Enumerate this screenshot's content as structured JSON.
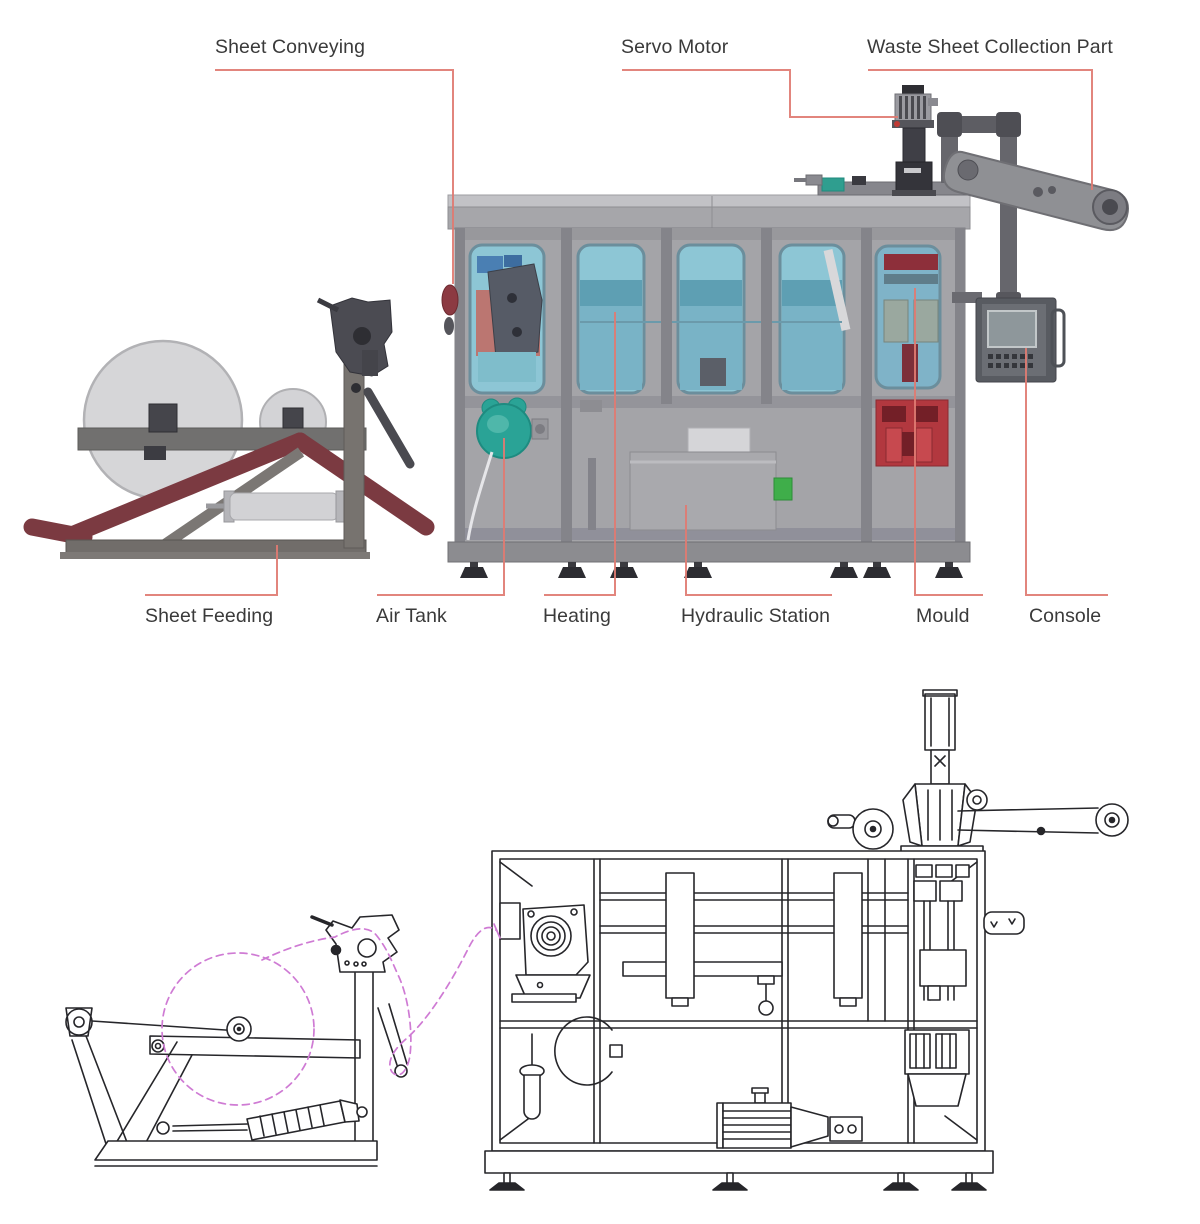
{
  "diagram": {
    "labels": {
      "top": [
        {
          "id": "sheet-conveying",
          "text": "Sheet Conveying"
        },
        {
          "id": "servo-motor",
          "text": "Servo Motor"
        },
        {
          "id": "waste-sheet-collection",
          "text": "Waste Sheet Collection Part"
        }
      ],
      "bottom": [
        {
          "id": "sheet-feeding",
          "text": "Sheet Feeding"
        },
        {
          "id": "air-tank",
          "text": "Air Tank"
        },
        {
          "id": "heating",
          "text": "Heating"
        },
        {
          "id": "hydraulic-station",
          "text": "Hydraulic Station"
        },
        {
          "id": "mould",
          "text": "Mould"
        },
        {
          "id": "console",
          "text": "Console"
        }
      ]
    },
    "colors": {
      "leader_line": "#e07b72",
      "label_text": "#3a3a3a",
      "window_blue": "#8dc6d5",
      "air_tank_teal": "#2aa396",
      "mould_red": "#b2383f",
      "maroon_brace": "#7b3a41",
      "frame_gray": "#a4a4a8",
      "sheet_path_magenta": "#cf7bd4",
      "line_art": "#26262a"
    }
  }
}
